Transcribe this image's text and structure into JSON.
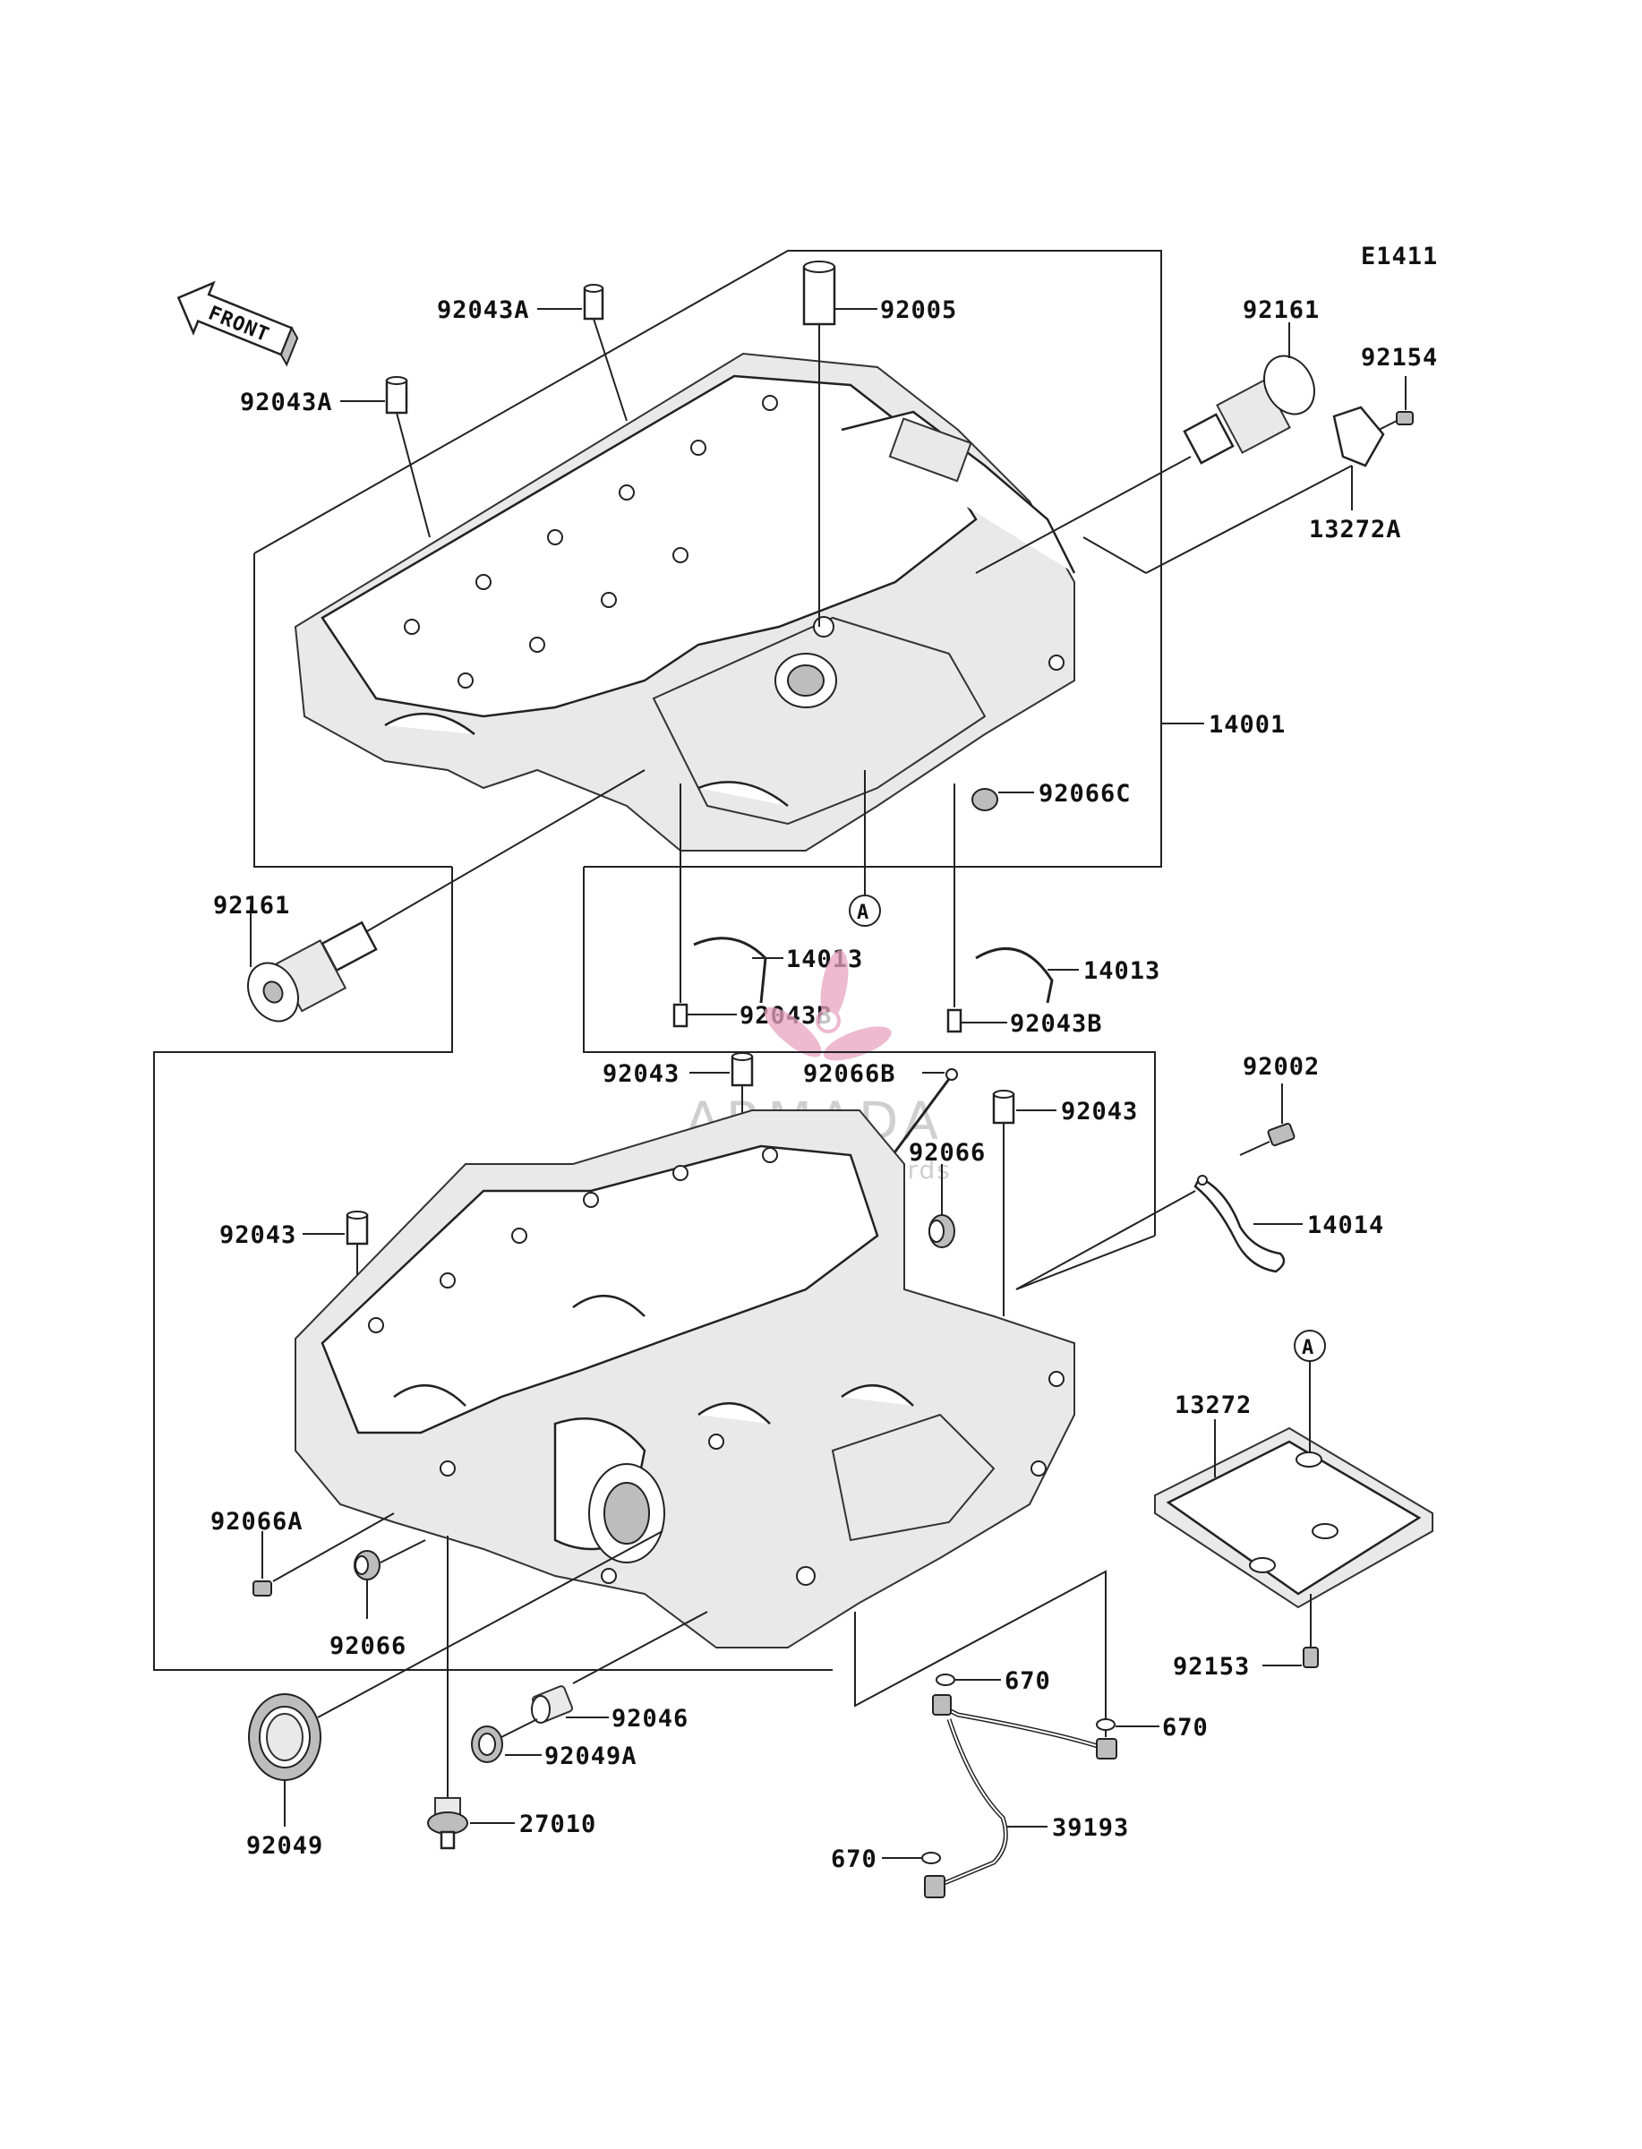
{
  "diagram_code": "E1411",
  "front_label": "FRONT",
  "ref_marker": "A",
  "watermark": {
    "brand": "ARMADA",
    "tagline": "marine outboards",
    "color": "#e7a3c0"
  },
  "labels": {
    "p92043A_top": "92043A",
    "p92005": "92005",
    "p92161_top": "92161",
    "p92154": "92154",
    "p92043A_left": "92043A",
    "p13272A": "13272A",
    "p14001": "14001",
    "p92066C": "92066C",
    "p92161_left": "92161",
    "p14013_left": "14013",
    "p14013_right": "14013",
    "p92043B_left": "92043B",
    "p92043B_right": "92043B",
    "p92043_mid": "92043",
    "p92066B": "92066B",
    "p92043_right": "92043",
    "p92002": "92002",
    "p92066_mid": "92066",
    "p14014": "14014",
    "p92043_left": "92043",
    "p13272": "13272",
    "p92066A": "92066A",
    "p92066_low": "92066",
    "p92153": "92153",
    "p670_a": "670",
    "p670_b": "670",
    "p92046": "92046",
    "p92049A": "92049A",
    "p92049": "92049",
    "p27010": "27010",
    "p39193": "39193",
    "p670_c": "670"
  }
}
